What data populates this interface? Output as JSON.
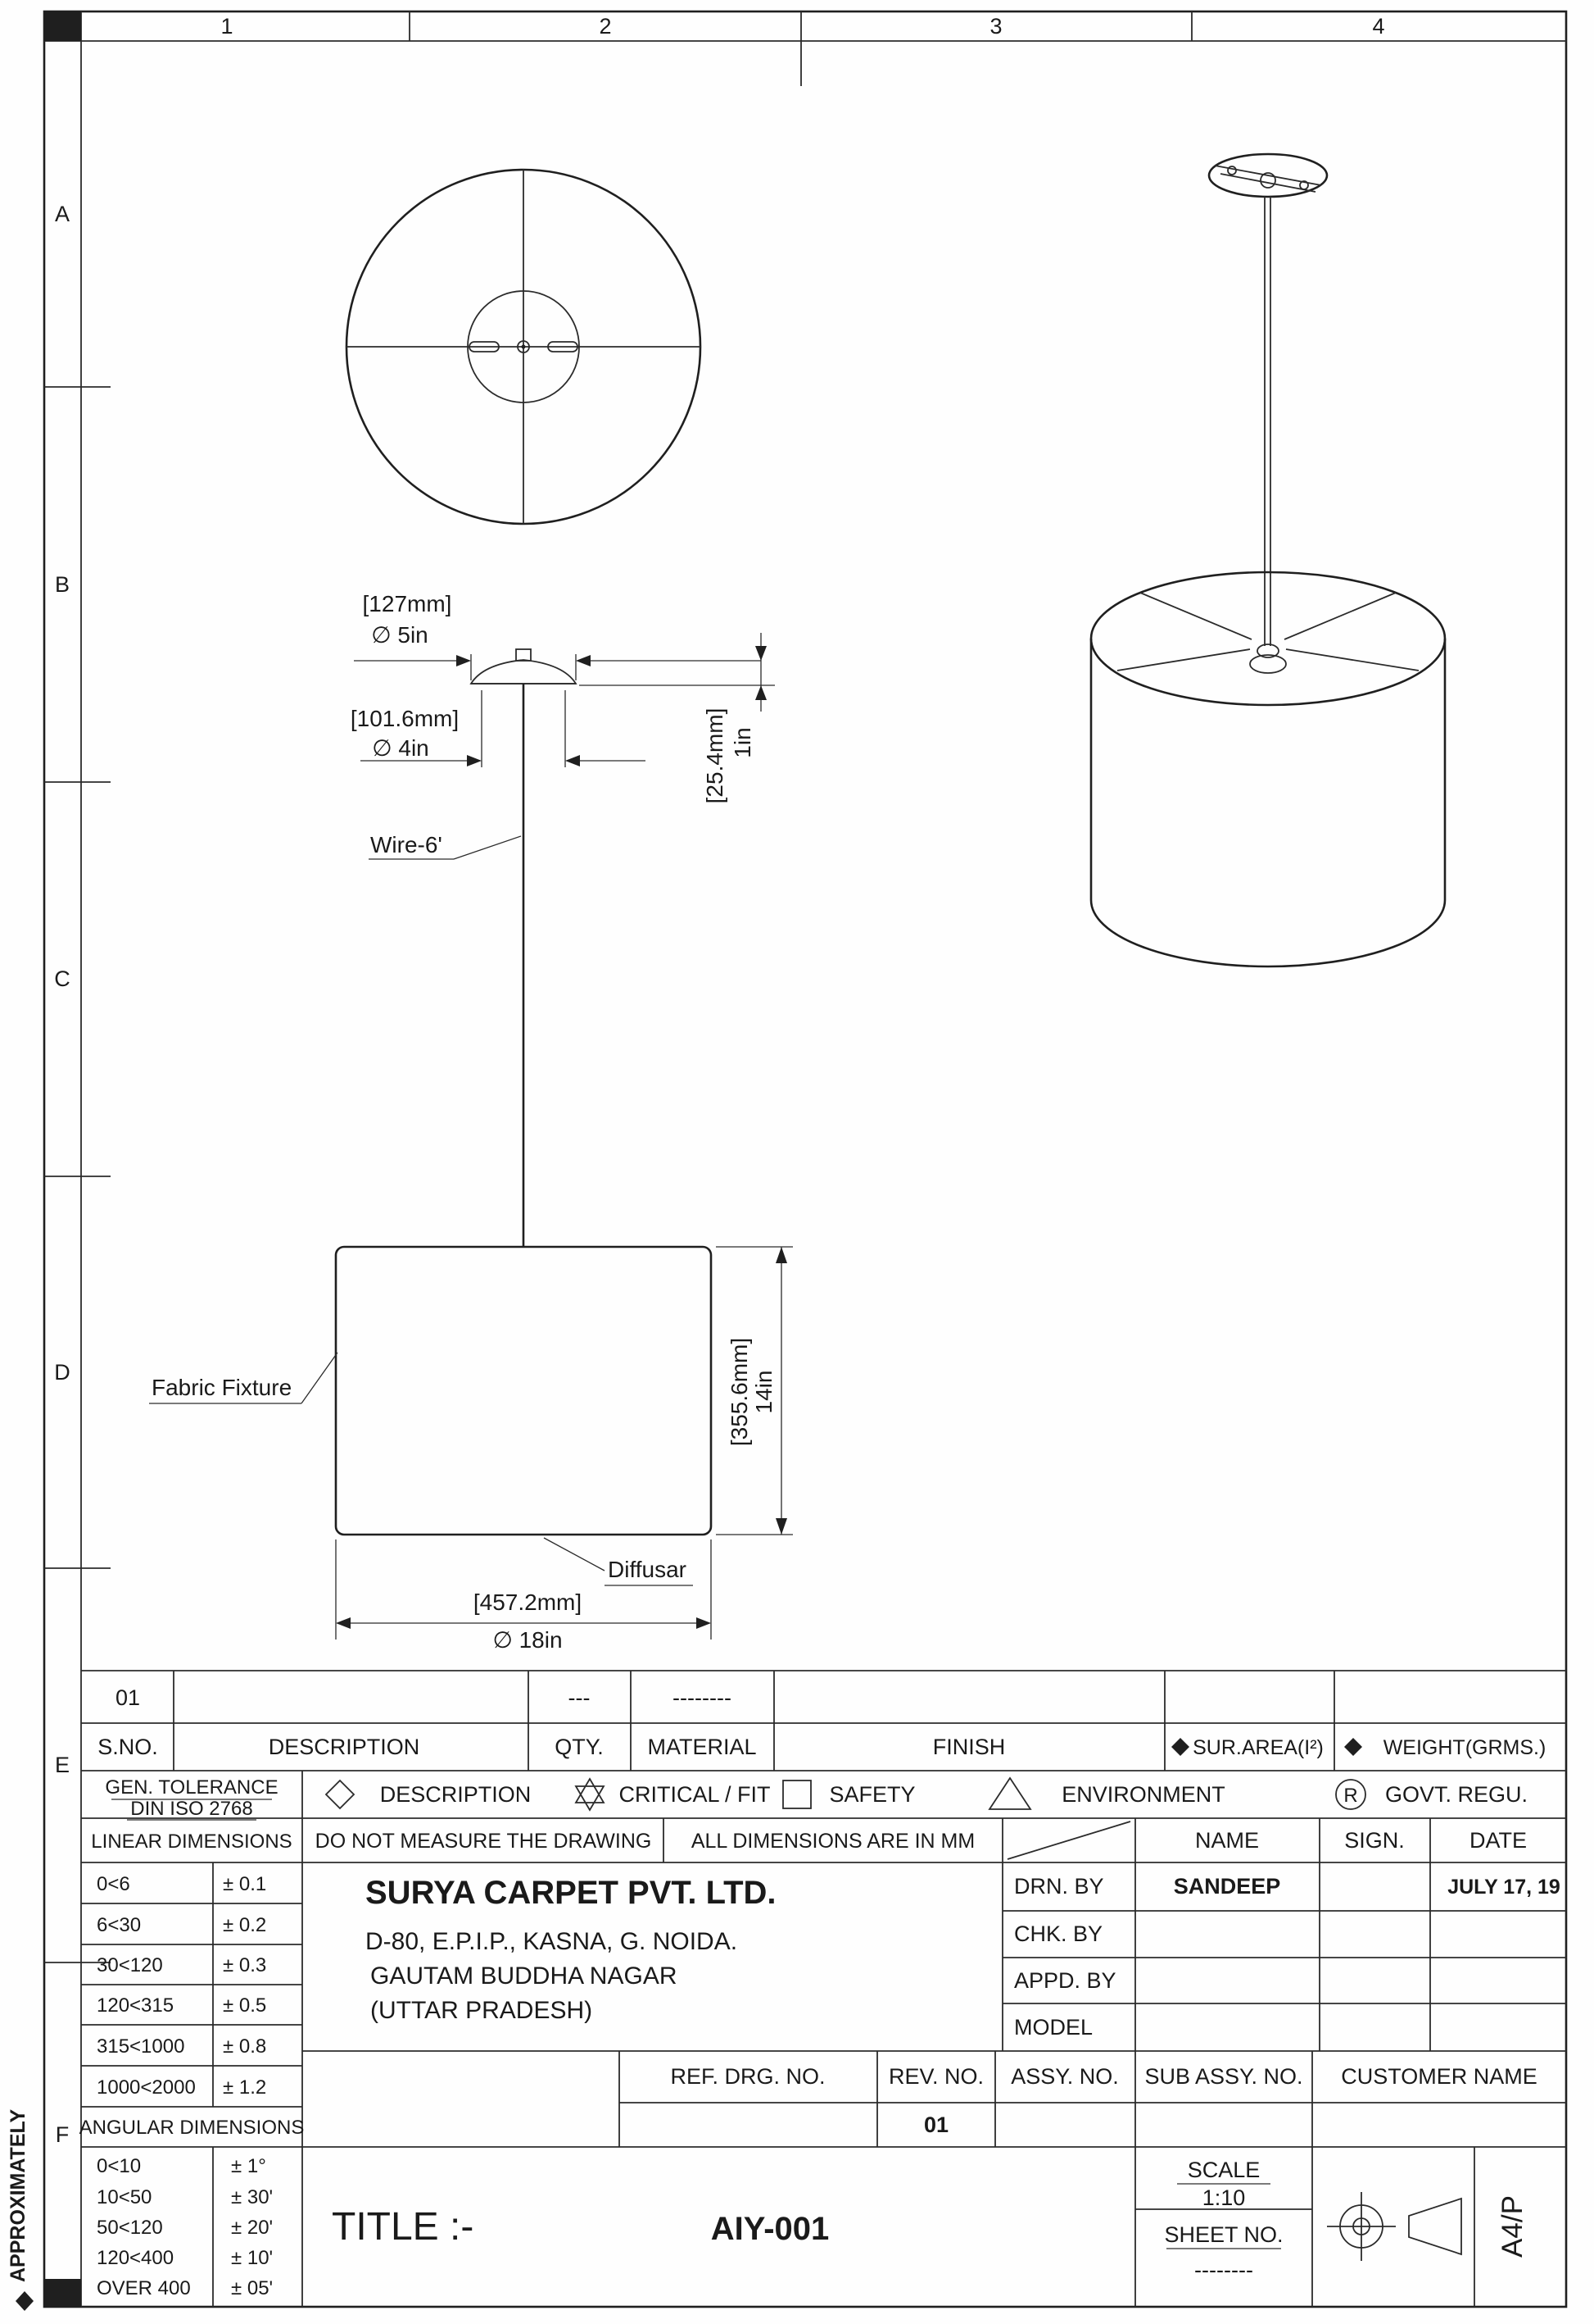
{
  "sheet": {
    "columns": [
      "1",
      "2",
      "3",
      "4"
    ],
    "rows": [
      "A",
      "B",
      "C",
      "D",
      "E",
      "F"
    ],
    "margin_note": "APPROXIMATELY",
    "format": "A4/P"
  },
  "drawing": {
    "dim_canopy_rim": "[127mm]",
    "dim_canopy_rim_dia": "∅ 5in",
    "dim_canopy_base": "[101.6mm]",
    "dim_canopy_base_dia": "∅ 4in",
    "dim_canopy_height": "[25.4mm]",
    "dim_canopy_height_in": "1in",
    "wire_label": "Wire-6'",
    "fixture_label": "Fabric Fixture",
    "dim_shade_height": "[355.6mm]",
    "dim_shade_height_in": "14in",
    "diffuser_label": "Diffusar",
    "dim_shade_dia": "[457.2mm]",
    "dim_shade_dia_in": "∅ 18in"
  },
  "bom": {
    "row": {
      "sno": "01",
      "qty": "---",
      "material": "--------"
    },
    "headers": {
      "sno": "S.NO.",
      "description": "DESCRIPTION",
      "qty": "QTY.",
      "material": "MATERIAL",
      "finish": "FINISH",
      "sur_area": "SUR.AREA(I²)",
      "weight": "WEIGHT(GRMS.)"
    }
  },
  "legend": {
    "description": "DESCRIPTION",
    "critical_fit": "CRITICAL / FIT",
    "safety": "SAFETY",
    "environment": "ENVIRONMENT",
    "govt_regu": "GOVT. REGU.",
    "r_mark": "R"
  },
  "tolerance": {
    "gen_line1": "GEN. TOLERANCE",
    "gen_line2": "DIN ISO 2768",
    "linear_header": "LINEAR DIMENSIONS",
    "linear": [
      {
        "range": "0<6",
        "tol": "± 0.1"
      },
      {
        "range": "6<30",
        "tol": "± 0.2"
      },
      {
        "range": "30<120",
        "tol": "± 0.3"
      },
      {
        "range": "120<315",
        "tol": "± 0.5"
      },
      {
        "range": "315<1000",
        "tol": "± 0.8"
      },
      {
        "range": "1000<2000",
        "tol": "± 1.2"
      }
    ],
    "angular_header": "ANGULAR DIMENSIONS",
    "angular": [
      {
        "range": "0<10",
        "tol": "± 1°"
      },
      {
        "range": "10<50",
        "tol": "± 30'"
      },
      {
        "range": "50<120",
        "tol": "± 20'"
      },
      {
        "range": "120<400",
        "tol": "± 10'"
      },
      {
        "range": "OVER 400",
        "tol": "± 05'"
      }
    ]
  },
  "notes": {
    "do_not_measure": "DO NOT MEASURE THE DRAWING",
    "all_dims_mm": "ALL DIMENSIONS ARE IN MM",
    "name": "NAME",
    "sign": "SIGN.",
    "date": "DATE"
  },
  "company": {
    "name": "SURYA CARPET PVT. LTD.",
    "address1": "D-80, E.P.I.P., KASNA, G. NOIDA.",
    "address2": "GAUTAM BUDDHA NAGAR",
    "address3": "(UTTAR PRADESH)"
  },
  "approval": {
    "drn_label": "DRN. BY",
    "drn_name": "SANDEEP",
    "drn_date": "JULY 17, 19",
    "chk_label": "CHK. BY",
    "appd_label": "APPD. BY",
    "model_label": "MODEL"
  },
  "refs": {
    "ref_drg_no": "REF. DRG. NO.",
    "rev_no": "REV. NO.",
    "rev_value": "01",
    "assy_no": "ASSY. NO.",
    "sub_assy_no": "SUB ASSY. NO.",
    "customer_name": "CUSTOMER NAME"
  },
  "title_block": {
    "title_label": "TITLE :-",
    "title_value": "AIY-001",
    "scale_label": "SCALE",
    "scale_value": "1:10",
    "sheet_label": "SHEET NO.",
    "sheet_value": "--------"
  }
}
